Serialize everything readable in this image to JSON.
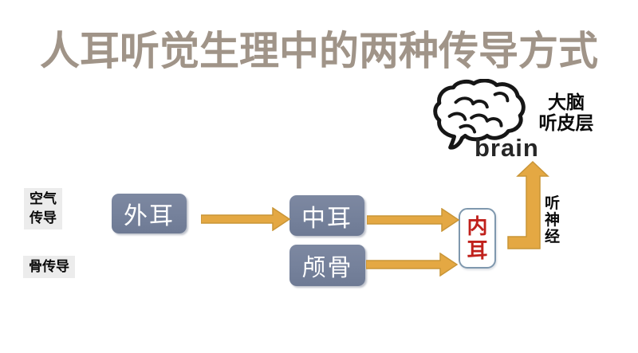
{
  "title": "人耳听觉生理中的两种传导方式",
  "brain": {
    "caption": "brain",
    "cortex_label_line1": "大脑",
    "cortex_label_line2": "听皮层"
  },
  "pathways": {
    "air_line1": "空气",
    "air_line2": "传导",
    "bone": "骨传导"
  },
  "nodes": {
    "outer_ear": "外耳",
    "middle_ear": "中耳",
    "skull": "颅骨",
    "inner_ear_char1": "内",
    "inner_ear_char2": "耳"
  },
  "nerve": {
    "char1": "听",
    "char2": "神",
    "char3": "经"
  },
  "colors": {
    "title": "#a09488",
    "box_fill": "#75819b",
    "arrow_gold": "#e4a843",
    "arrow_border": "#c99537",
    "red_text": "#c0211c"
  }
}
